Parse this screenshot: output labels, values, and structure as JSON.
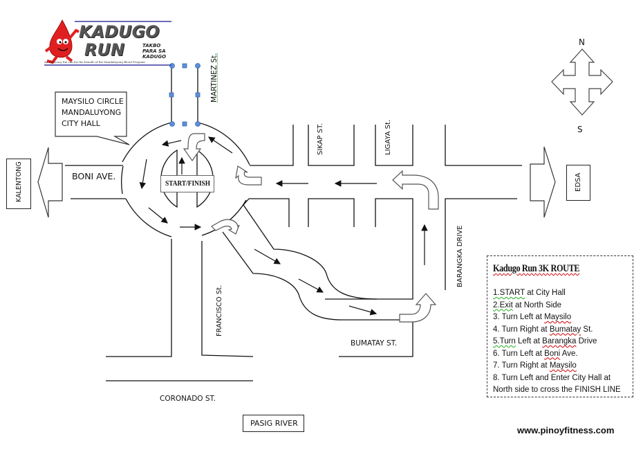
{
  "logo": {
    "title_line1": "KADUGO",
    "title_line2": "RUN",
    "tagline_1": "TAKBO",
    "tagline_2": "PARA SA",
    "tagline_3": "KADUGO",
    "subtitle": "An advocacy fun run for the benefit of the Mandaluyong Blood Program",
    "mascot_icon": "blood-drop-runner-icon",
    "brand_color": "#e02020",
    "rule_color": "#3a3aa0"
  },
  "callout": {
    "line1": "MAYSILO CIRCLE",
    "line2": "MANDALUYONG",
    "line3": "CITY HALL"
  },
  "compass": {
    "north": "N",
    "south": "S",
    "icon": "four-way-arrow-icon"
  },
  "streets": {
    "boni": "BONI AVE.",
    "martinez": "MARTINEZ St.",
    "sikap": "SIKAP ST.",
    "ligaya": "LIGAYA St.",
    "barangka": "BARANGKA DRIVE",
    "francisco": "FRANCISCO St.",
    "bumatay": "BUMATAY ST.",
    "coronado": "CORONADO ST."
  },
  "places": {
    "kalentong": "KALENTONG",
    "edsa": "EDSA",
    "pasig": "PASIG RIVER",
    "start_finish": "START/FINISH"
  },
  "route": {
    "title": "Kadugo Run 3K ROUTE",
    "steps": [
      {
        "num": "1.",
        "hl": "START",
        "rest": " at City Hall"
      },
      {
        "num": "2.",
        "hl": "Exit",
        "rest": " at North Side"
      },
      {
        "pre": "3. Turn Left at ",
        "hl": "Maysilo",
        "rest": ""
      },
      {
        "pre": "4. Turn Right at ",
        "hl": "Bumatay",
        "rest": "  St."
      },
      {
        "num": "5.",
        "hl": "Turn",
        "rest": " Left at ",
        "hl2": "Barangka",
        "rest2": " Drive"
      },
      {
        "pre": "6. Turn Left at ",
        "hl": "Boni",
        "rest": " Ave."
      },
      {
        "pre": "7. Turn Right at ",
        "hl": "Maysilo",
        "rest": ""
      },
      {
        "pre": "8. Turn Left and Enter City Hall at North side to cross the FINISH LINE",
        "hl": "",
        "rest": ""
      }
    ]
  },
  "footer": {
    "url": "www.pinoyfitness.com"
  },
  "colors": {
    "line": "#111111",
    "handle": "#5b8fd6",
    "handle_border": "#3a6cb4"
  }
}
